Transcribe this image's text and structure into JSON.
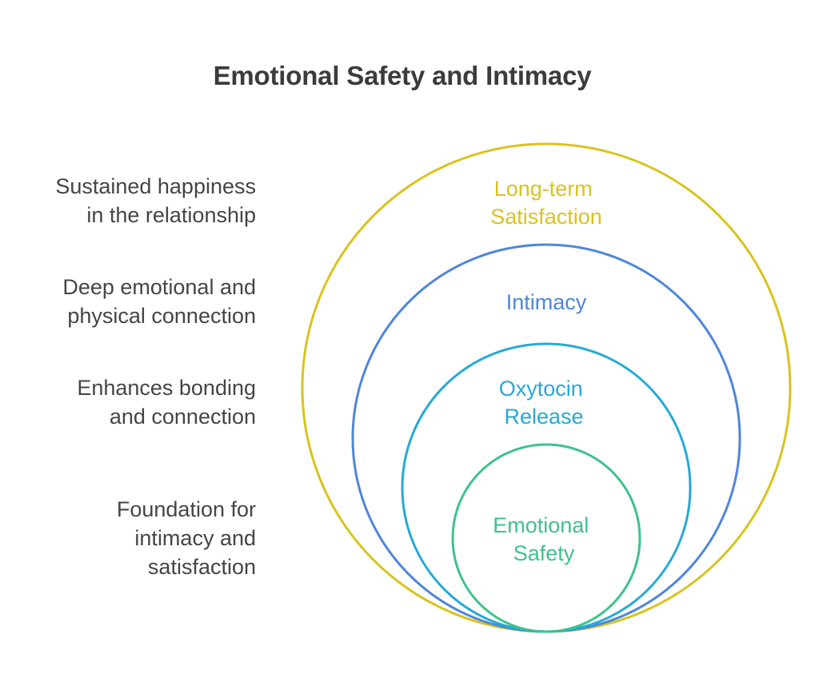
{
  "title": "Emotional Safety and Intimacy",
  "colors": {
    "long_term": "#d9c31e",
    "intimacy": "#4f86d9",
    "oxytocin": "#25a9d6",
    "safety": "#3ec28c",
    "text": "#454545",
    "title": "#3b3b3b"
  },
  "layers": [
    {
      "name": "Long-term Satisfaction",
      "label_lines": [
        "Long-term",
        "Satisfaction"
      ],
      "description_lines": [
        "Sustained happiness",
        "in the relationship"
      ],
      "color": "#d9c31e",
      "icon": "circle-outline"
    },
    {
      "name": "Intimacy",
      "label_lines": [
        "Intimacy"
      ],
      "description_lines": [
        "Deep emotional and",
        "physical connection"
      ],
      "color": "#4f86d9",
      "icon": "circle-outline"
    },
    {
      "name": "Oxytocin Release",
      "label_lines": [
        "Oxytocin",
        "Release"
      ],
      "description_lines": [
        "Enhances bonding",
        "and connection"
      ],
      "color": "#25a9d6",
      "icon": "circle-outline"
    },
    {
      "name": "Emotional Safety",
      "label_lines": [
        "Emotional",
        "Safety"
      ],
      "description_lines": [
        "Foundation for",
        "intimacy and",
        "satisfaction"
      ],
      "color": "#3ec28c",
      "icon": "circle-outline"
    }
  ]
}
